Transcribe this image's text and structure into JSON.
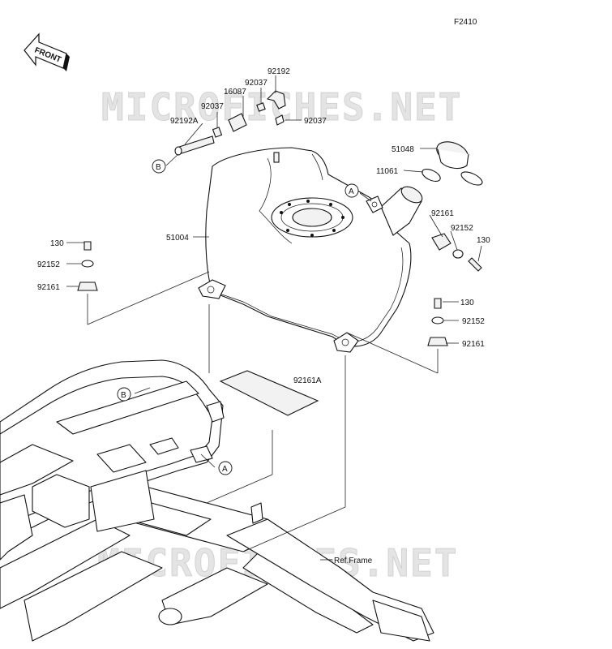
{
  "figure_code": "F2410",
  "front_label": "FRONT",
  "watermark": "MICROFICHES.NET",
  "ref_frame": "Ref.Frame",
  "callouts": {
    "a": "A",
    "b": "B"
  },
  "parts": {
    "p92192": "92192",
    "p92037_top": "92037",
    "p16087": "16087",
    "p92037_left": "92037",
    "p92192A": "92192A",
    "p92037_right": "92037",
    "p51048": "51048",
    "p11061": "11061",
    "p92161_right": "92161",
    "p92152_right": "92152",
    "p130_right": "130",
    "p51004": "51004",
    "p130_left": "130",
    "p92152_left": "92152",
    "p92161_left": "92161",
    "p130_low": "130",
    "p92152_low": "92152",
    "p92161_low": "92161",
    "p92161A": "92161A"
  }
}
